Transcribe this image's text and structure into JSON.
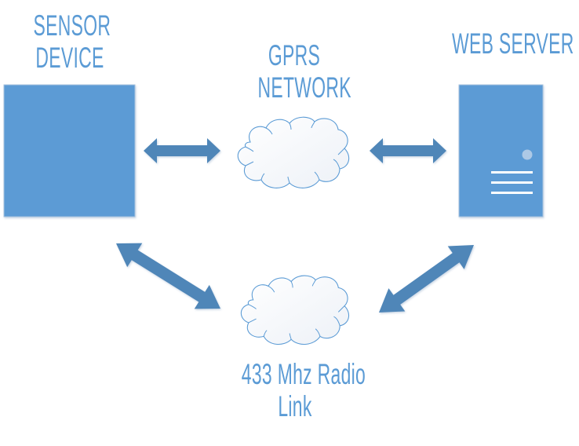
{
  "nodes": {
    "sensor_device": {
      "label_line1": "SENSOR",
      "label_line2": "DEVICE"
    },
    "gprs_network": {
      "label_line1": "GPRS",
      "label_line2": "NETWORK"
    },
    "web_server": {
      "label": "WEB SERVER"
    },
    "radio_link": {
      "label_line1": "433 Mhz Radio",
      "label_line2": "Link"
    }
  },
  "edges": [
    {
      "from": "sensor_device",
      "to": "gprs_network",
      "direction": "bidirectional"
    },
    {
      "from": "gprs_network",
      "to": "web_server",
      "direction": "bidirectional"
    },
    {
      "from": "sensor_device",
      "to": "radio_link",
      "direction": "bidirectional"
    },
    {
      "from": "radio_link",
      "to": "web_server",
      "direction": "bidirectional"
    }
  ],
  "colors": {
    "label": "#5b9bd5",
    "box_fill": "#5b9bd5",
    "arrow_fill": "#4f86b8",
    "cloud_stroke": "#5b9bd5",
    "server_indicator": "#adc9e6",
    "server_lines": "#ffffff"
  }
}
